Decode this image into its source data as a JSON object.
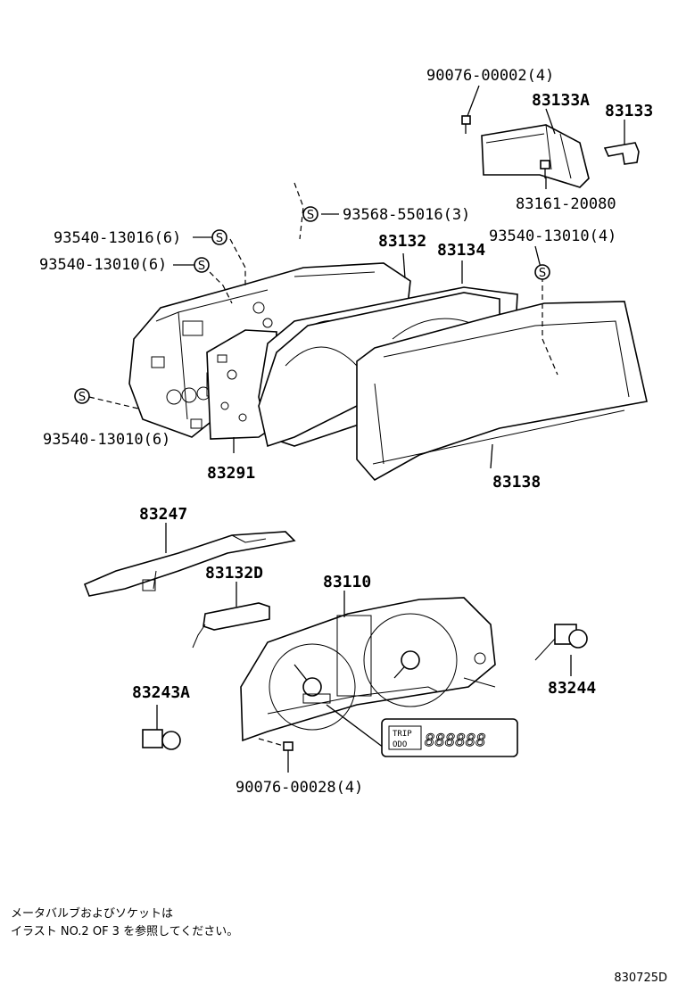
{
  "labels": {
    "p_90076_00002": "90076-00002(4)",
    "p_83133A": "83133A",
    "p_83133": "83133",
    "p_83161_20080": "83161-20080",
    "p_93568_55016": "93568-55016(3)",
    "p_93540_13016": "93540-13016(6)",
    "p_83132": "83132",
    "p_83134": "83134",
    "p_93540_13010_4": "93540-13010(4)",
    "p_93540_13010_6a": "93540-13010(6)",
    "p_93540_13010_6b": "93540-13010(6)",
    "p_83291": "83291",
    "p_83138": "83138",
    "p_83247": "83247",
    "p_83132D": "83132D",
    "p_83110": "83110",
    "p_83243A": "83243A",
    "p_83244": "83244",
    "p_90076_00028": "90076-00028(4)"
  },
  "screw_symbol": "S",
  "display": {
    "trip": "TRIP",
    "odo": "ODO",
    "reading": "888888"
  },
  "note": {
    "line1": "メータバルブおよびソケットは",
    "line2": "イラスト NO.2 OF 3 を参照してください。"
  },
  "figure_code": "830725D"
}
